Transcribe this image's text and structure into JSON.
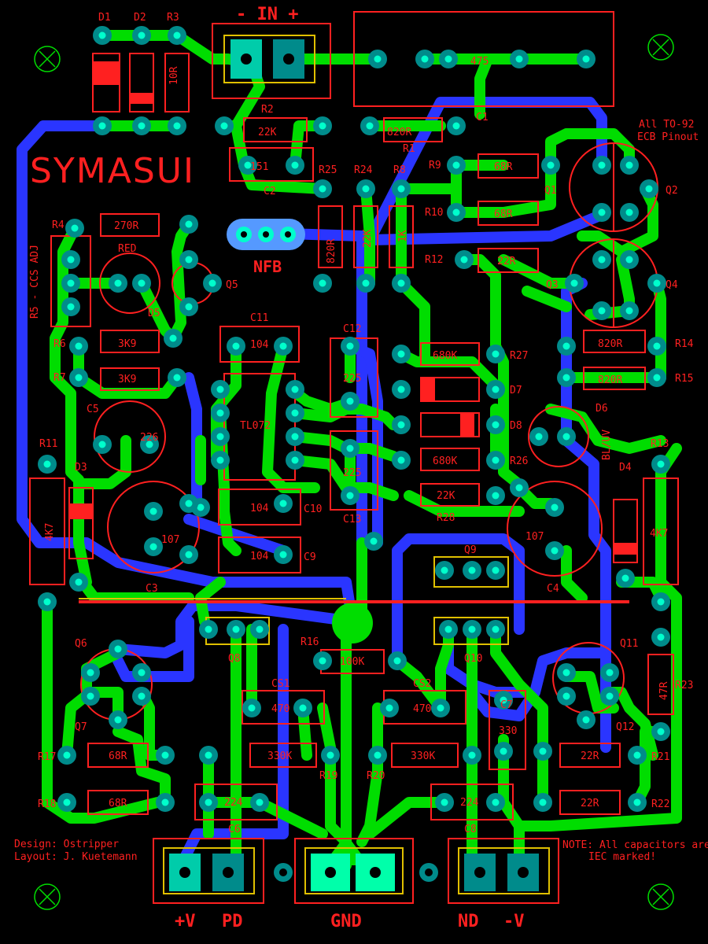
{
  "board": {
    "title": "SYMASUI",
    "input_label": "- IN +",
    "nfb_label": "NFB",
    "note_to92": [
      "All TO-92",
      "ECB Pinout"
    ],
    "credits": [
      "Design: Ostripper",
      "Layout: J. Kuetemann"
    ],
    "note_caps": [
      "NOTE: All capacitors are",
      "IEC marked!"
    ],
    "bottom_labels": [
      "+V",
      "PD",
      "GND",
      "ND",
      "-V"
    ],
    "ccs_label": "R5 - CCS ADJ",
    "colors": {
      "background": "#000000",
      "top_copper": "#00dd00",
      "bottom_copper": "#2a35ff",
      "silkscreen": "#ff2020",
      "pad": "#008b8b",
      "pad_hole": "#00ffcc"
    },
    "components": [
      {
        "ref": "D1"
      },
      {
        "ref": "D2"
      },
      {
        "ref": "R3",
        "value": "10R"
      },
      {
        "ref": "R2",
        "value": "22K"
      },
      {
        "ref": "R1",
        "value": "820R"
      },
      {
        "ref": "C2",
        "value": "151"
      },
      {
        "ref": "C1",
        "value": "475"
      },
      {
        "ref": "R25",
        "value": "820R"
      },
      {
        "ref": "R24",
        "value": "22K"
      },
      {
        "ref": "R8",
        "value": "1K"
      },
      {
        "ref": "R9",
        "value": "68R"
      },
      {
        "ref": "R10",
        "value": "68R"
      },
      {
        "ref": "R12",
        "value": "22R"
      },
      {
        "ref": "Q1"
      },
      {
        "ref": "Q2"
      },
      {
        "ref": "Q3"
      },
      {
        "ref": "Q4"
      },
      {
        "ref": "Q5"
      },
      {
        "ref": "R4",
        "value": "270R"
      },
      {
        "ref": "D5",
        "value": "RED"
      },
      {
        "ref": "R6",
        "value": "3K9"
      },
      {
        "ref": "R7",
        "value": "3K9"
      },
      {
        "ref": "C5",
        "value": "226"
      },
      {
        "ref": "C11",
        "value": "104"
      },
      {
        "ref": "U1",
        "value": "TL072"
      },
      {
        "ref": "C12",
        "value": "225"
      },
      {
        "ref": "C13",
        "value": "225"
      },
      {
        "ref": "R27",
        "value": "680K"
      },
      {
        "ref": "R26",
        "value": "680K"
      },
      {
        "ref": "R28",
        "value": "22K"
      },
      {
        "ref": "D7"
      },
      {
        "ref": "D8"
      },
      {
        "ref": "D6",
        "value": "BL/UV"
      },
      {
        "ref": "R14",
        "value": "820R"
      },
      {
        "ref": "R15",
        "value": "820R"
      },
      {
        "ref": "R11",
        "value": "4K7"
      },
      {
        "ref": "R13",
        "value": "4K7"
      },
      {
        "ref": "D3"
      },
      {
        "ref": "D4"
      },
      {
        "ref": "C3",
        "value": "107"
      },
      {
        "ref": "C4",
        "value": "107"
      },
      {
        "ref": "C10",
        "value": "104"
      },
      {
        "ref": "C9",
        "value": "104"
      },
      {
        "ref": "Q9"
      },
      {
        "ref": "Q8"
      },
      {
        "ref": "Q10"
      },
      {
        "ref": "Q6"
      },
      {
        "ref": "Q7"
      },
      {
        "ref": "Q11"
      },
      {
        "ref": "Q12"
      },
      {
        "ref": "R16",
        "value": "100K"
      },
      {
        "ref": "CS1",
        "value": "470"
      },
      {
        "ref": "CS2",
        "value": "470"
      },
      {
        "ref": "C7",
        "value": "330"
      },
      {
        "ref": "R23",
        "value": "47R"
      },
      {
        "ref": "R17",
        "value": "68R"
      },
      {
        "ref": "R18",
        "value": "68R"
      },
      {
        "ref": "R19",
        "value": "330K"
      },
      {
        "ref": "R20",
        "value": "330K"
      },
      {
        "ref": "R21",
        "value": "22R"
      },
      {
        "ref": "R22",
        "value": "22R"
      },
      {
        "ref": "C6",
        "value": "224"
      },
      {
        "ref": "C8",
        "value": "224"
      }
    ]
  }
}
